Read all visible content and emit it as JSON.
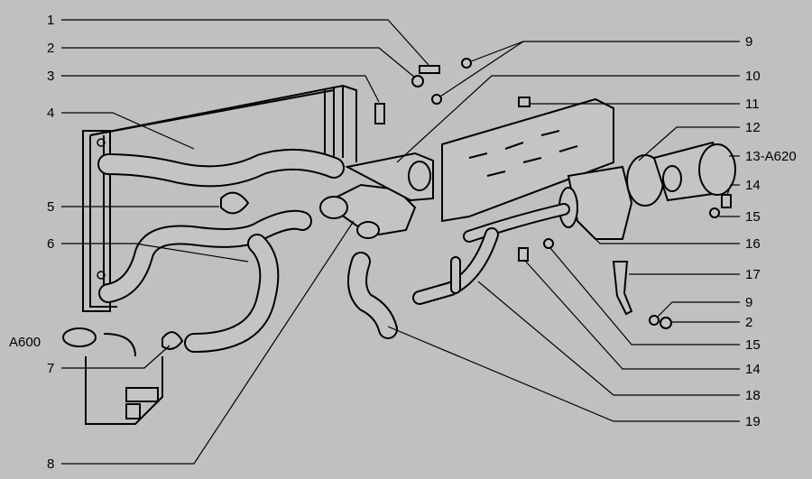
{
  "diagram": {
    "title": "Engine cooling system parts",
    "colors": {
      "background": "#c0c0c0",
      "ink": "#000000"
    },
    "labels": {
      "l1": "1",
      "l2": "2",
      "l3": "3",
      "l4": "4",
      "l5": "5",
      "l6": "6",
      "l7": "7",
      "l8": "8",
      "a600": "A600",
      "r9": "9",
      "r10": "10",
      "r11": "11",
      "r12": "12",
      "r13": "13-A620",
      "r14": "14",
      "r15": "15",
      "r16": "16",
      "r17": "17",
      "r9b": "9",
      "r2b": "2",
      "r15b": "15",
      "r14b": "14",
      "r18": "18",
      "r19": "19"
    }
  }
}
